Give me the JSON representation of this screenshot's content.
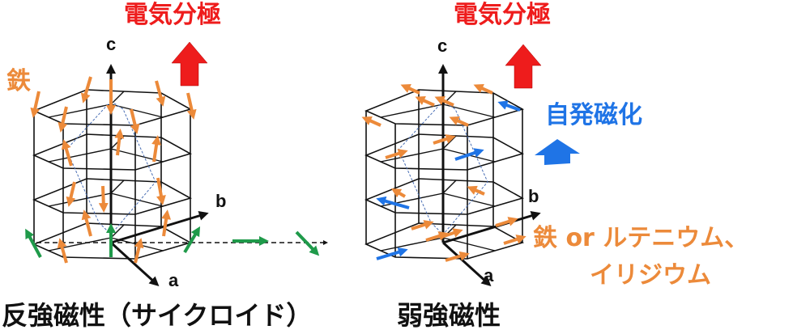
{
  "left_panel": {
    "polarization_label": "電気分極",
    "axis_c": "c",
    "axis_b": "b",
    "axis_a": "a",
    "iron_label": "鉄",
    "caption": "反強磁性（サイクロイド）"
  },
  "right_panel": {
    "polarization_label": "電気分極",
    "axis_c": "c",
    "axis_b": "b",
    "axis_a": "a",
    "magnetization_label": "自発磁化",
    "element_label_line1": "鉄 or ルテニウム、",
    "element_label_line2": "イリジウム",
    "caption": "弱強磁性"
  },
  "colors": {
    "polarization": "#ee1c1c",
    "iron_spin": "#ec8a3a",
    "cycloid_spin": "#1f9a4a",
    "magnetization": "#1f74e6",
    "lattice": "#111111",
    "dashed": "#4a6fb5"
  }
}
